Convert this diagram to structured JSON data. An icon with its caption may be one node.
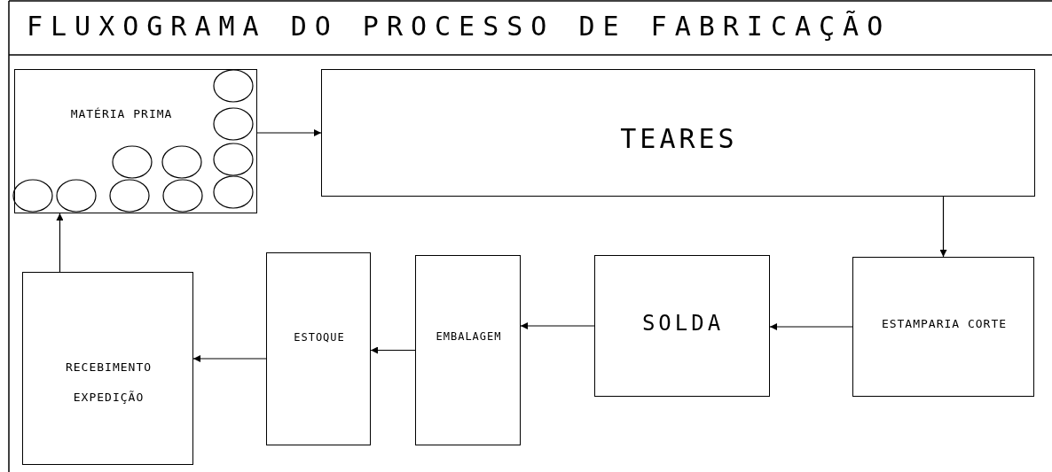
{
  "diagram": {
    "title": "FLUXOGRAMA DO PROCESSO DE FABRICAÇÃO",
    "nodes": [
      {
        "text": [
          "MATÉRIA PRIMA"
        ]
      },
      {
        "text": [
          "TEARES"
        ]
      },
      {
        "text": [
          "ESTAMPARIA CORTE"
        ]
      },
      {
        "text": [
          "SOLDA"
        ]
      },
      {
        "text": [
          "EMBALAGEM"
        ]
      },
      {
        "text": [
          "ESTOQUE"
        ]
      },
      {
        "text": [
          "RECEBIMENTO EXPEDIÇÃO"
        ]
      }
    ],
    "edges": [
      {
        "from": 0,
        "to": 1,
        "arrow": "to"
      },
      {
        "from": 1,
        "to": 2,
        "arrow": "to"
      },
      {
        "from": 2,
        "to": 3,
        "arrow": "to"
      },
      {
        "from": 3,
        "to": 4,
        "arrow": "to"
      },
      {
        "from": 4,
        "to": 5,
        "arrow": "to"
      },
      {
        "from": 5,
        "to": 6,
        "arrow": "to"
      },
      {
        "from": 6,
        "to": 0,
        "arrow": "to"
      }
    ]
  }
}
